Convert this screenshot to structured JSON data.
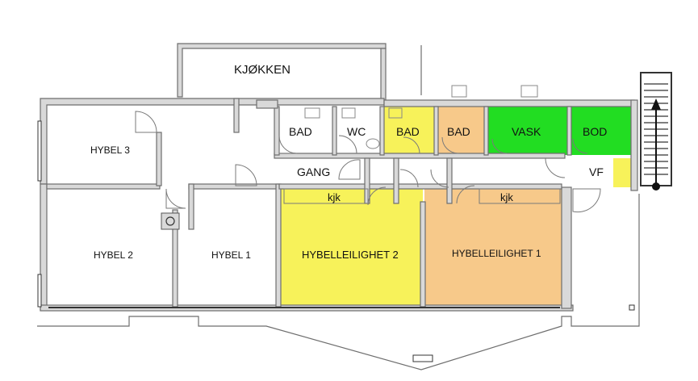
{
  "colors": {
    "yellow": "#f7f25a",
    "peach": "#f7c98a",
    "green": "#22dd22",
    "wall": "#d9d9d9",
    "outline": "#6e6e6e"
  },
  "rooms": {
    "kjokken": "KJØKKEN",
    "bad1": "BAD",
    "wc": "WC",
    "bad2": "BAD",
    "bad3": "BAD",
    "vask": "VASK",
    "bod": "BOD",
    "gang": "GANG",
    "vf": "VF",
    "kjk1": "kjk",
    "kjk2": "kjk",
    "hybel3": "HYBEL 3",
    "hybel2": "HYBEL 2",
    "hybel1": "HYBEL 1",
    "hybelleilighet2": "HYBELLEILIGHET 2",
    "hybelleilighet1": "HYBELLEILIGHET 1"
  }
}
